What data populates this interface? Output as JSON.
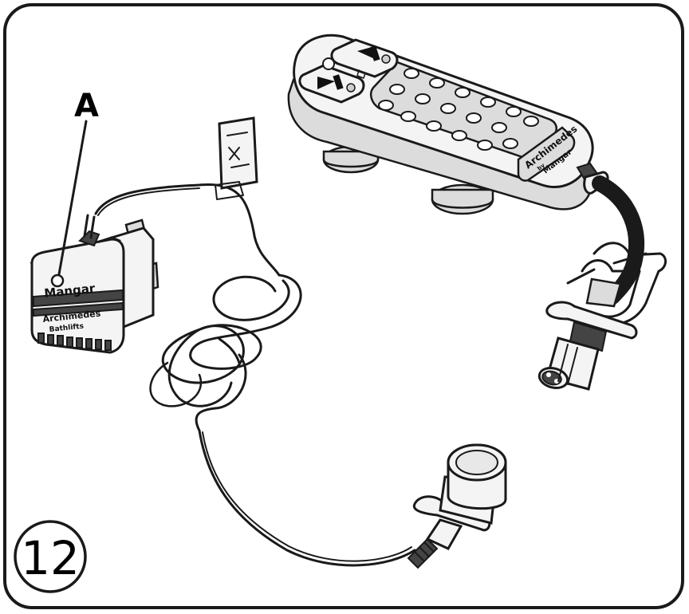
{
  "figure": {
    "step_number": "12",
    "callout_label": "A"
  },
  "adapter": {
    "brand": "Mangar",
    "product": "Archimedes",
    "product_sub": "Bathlifts"
  },
  "handset": {
    "product": "Archimedes",
    "by": "by",
    "brand": "Mangar"
  }
}
